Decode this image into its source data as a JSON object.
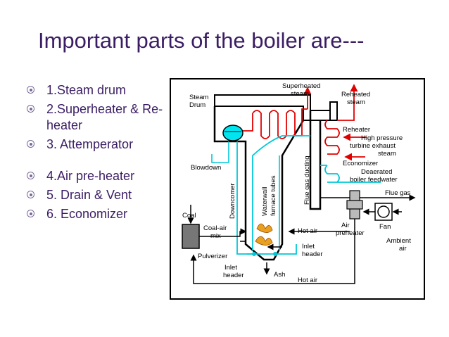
{
  "slide": {
    "title": "Important parts of the boiler are---",
    "bullets": [
      "1.Steam drum",
      "2.Superheater & Re-heater",
      "3. Attemperator",
      "4.Air pre-heater",
      "5. Drain & Vent",
      "6. Economizer"
    ]
  },
  "diagram": {
    "colors": {
      "water": "#00e5f0",
      "steam": "#e00000",
      "structure": "#000000"
    },
    "labels": {
      "steam_drum_1": "Steam",
      "steam_drum_2": "Drum",
      "superheated_1": "Superheated",
      "superheated_2": "steam",
      "reheated_1": "Reheated",
      "reheated_2": "steam",
      "reheater": "Reheater",
      "hp_exhaust_1": "High pressure",
      "hp_exhaust_2": "turbine exhaust",
      "hp_exhaust_3": "steam",
      "economizer": "Economizer",
      "deaerated_1": "Deaerated",
      "deaerated_2": "boiler feedwater",
      "blowdown": "Blowdown",
      "flue_gas_ducting": "Flue gas ducting",
      "waterwall_1": "Waterwall",
      "waterwall_2": "furnace tubes",
      "downcomer": "Downcomer",
      "flue_gas": "Flue gas",
      "coal": "Coal",
      "coal_air_1": "Coal-air",
      "coal_air_2": "mix",
      "hot_air_upper": "Hot air",
      "air_preheater_1": "Air",
      "air_preheater_2": "preheater",
      "fan": "Fan",
      "ambient_1": "Ambient",
      "ambient_2": "air",
      "pulverizer": "Pulverizer",
      "inlet_header_right_1": "Inlet",
      "inlet_header_right_2": "header",
      "inlet_header_left_1": "Inlet",
      "inlet_header_left_2": "header",
      "ash": "Ash",
      "hot_air_lower": "Hot air"
    }
  }
}
